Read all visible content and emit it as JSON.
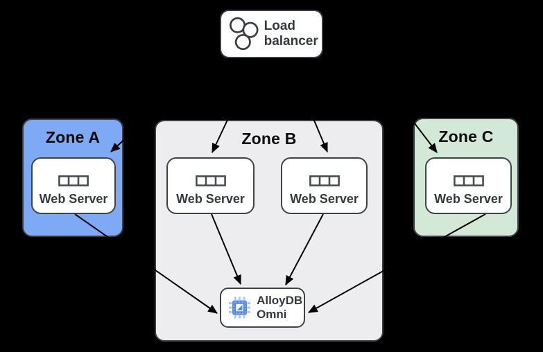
{
  "load_balancer": {
    "label": "Load balancer"
  },
  "zones": [
    {
      "label": "Zone A",
      "fill": "#7EAAF5",
      "servers": [
        {
          "label": "Web Server"
        }
      ]
    },
    {
      "label": "Zone B",
      "fill": "#EDEDEF",
      "servers": [
        {
          "label": "Web Server"
        },
        {
          "label": "Web Server"
        }
      ]
    },
    {
      "label": "Zone C",
      "fill": "#D3E8D6",
      "servers": [
        {
          "label": "Web Server"
        }
      ]
    }
  ],
  "database": {
    "label": "AlloyDB Omni"
  },
  "colors": {
    "background": "#000000",
    "arrow": "#000000",
    "box_fill": "#ffffff",
    "box_border": "#3f4347",
    "zone_a_fill": "#7EAAF5",
    "zone_b_fill": "#EDEDEF",
    "zone_c_fill": "#D3E8D6",
    "chip_blue": "#4e86ee",
    "chip_blue_light": "#a6c6f9",
    "text": "#35393d"
  }
}
